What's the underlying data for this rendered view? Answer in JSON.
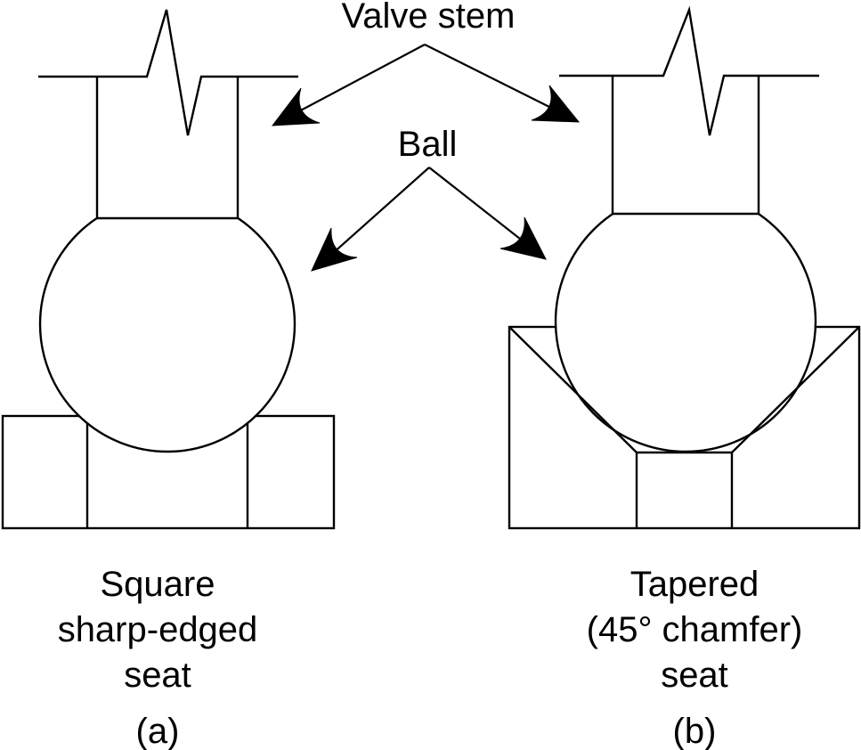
{
  "diagram": {
    "callouts": {
      "valve_stem": "Valve stem",
      "ball": "Ball"
    },
    "left_figure": {
      "caption_lines": [
        "Square",
        "sharp-edged",
        "seat"
      ],
      "tag": "(a)"
    },
    "right_figure": {
      "caption_lines": [
        "Tapered",
        "(45° chamfer)",
        "seat"
      ],
      "tag": "(b)"
    },
    "colors": {
      "background": "#ffffff",
      "ink": "#000000"
    }
  }
}
